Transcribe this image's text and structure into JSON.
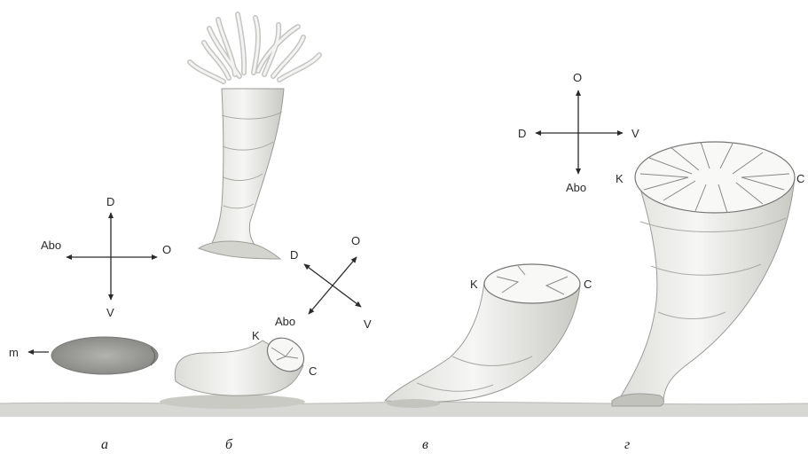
{
  "compass_a": {
    "up": "D",
    "down": "V",
    "left": "Abo",
    "right": "O"
  },
  "compass_b": {
    "upper_right": "O",
    "upper_left": "D",
    "lower_left": "Abo",
    "lower_right": "V"
  },
  "compass_g": {
    "up": "O",
    "down": "Abo",
    "left": "D",
    "right": "V"
  },
  "stage_a": {
    "pointer_label": "m"
  },
  "stage_b": {
    "k_label": "K",
    "c_label": "C"
  },
  "stage_v": {
    "k_label": "K",
    "c_label": "C"
  },
  "stage_g": {
    "k_label": "K",
    "c_label": "C"
  },
  "panel_labels": {
    "a": "a",
    "b": "б",
    "v": "в",
    "g": "г"
  },
  "colors": {
    "ink": "#3a3a3a",
    "fill_light": "#f1f1ef",
    "fill_shade": "#d6d6d2",
    "ground": "#cfcfcb",
    "larva": "#9a9a96"
  }
}
